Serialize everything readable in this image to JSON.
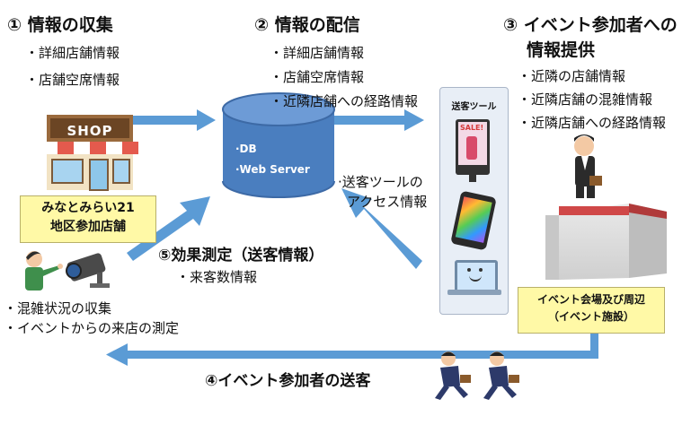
{
  "step1": {
    "title": "① 情報の収集",
    "items": [
      "・詳細店舗情報",
      "・店舗空席情報"
    ],
    "shop_sign": "SHOP",
    "box_lines": [
      "みなとみらい21",
      "地区参加店舗"
    ]
  },
  "step2": {
    "title": "② 情報の配信",
    "items": [
      "・詳細店舗情報",
      "・店舗空席情報",
      "・近隣店舗への経路情報"
    ],
    "db_lines": [
      "·DB",
      "·Web Server"
    ]
  },
  "step3": {
    "title_lines": [
      "③ イベント参加者への",
      "情報提供"
    ],
    "items": [
      "・近隣の店舗情報",
      "・近隣店舗の混雑情報",
      "・近隣店舗への経路情報"
    ],
    "box_lines": [
      "イベント会場及び周辺",
      "（イベント施設）"
    ]
  },
  "tools": {
    "title": "送客ツール",
    "signage_label": "SALE!"
  },
  "access": {
    "lines": [
      "·送客ツールの",
      "アクセス情報"
    ]
  },
  "step5": {
    "title": "⑤効果測定（送客情報）",
    "items": [
      "・来客数情報"
    ]
  },
  "camera_notes": [
    "・混雑状況の収集",
    "・イベントからの来店の測定"
  ],
  "step4": {
    "title": "④イベント参加者の送客"
  },
  "colors": {
    "arrow": "#5b9bd5",
    "db": "#4a7ebf",
    "box_fill": "#fff9a6",
    "tools_fill": "#e8eef6"
  }
}
